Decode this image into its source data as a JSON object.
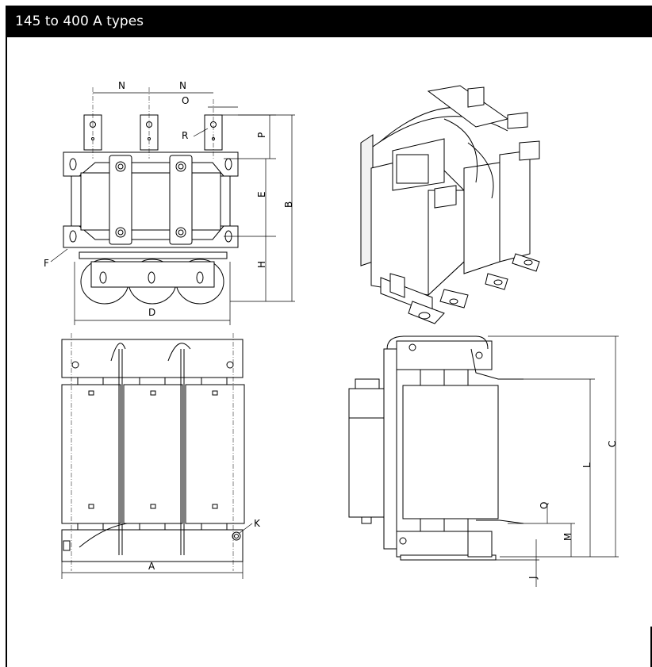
{
  "header": {
    "title": "145 to 400 A types"
  },
  "dimension_labels": {
    "n1": "N",
    "n2": "N",
    "o": "O",
    "r": "R",
    "p": "P",
    "e": "E",
    "b": "B",
    "f": "F",
    "h": "H",
    "d": "D",
    "k": "K",
    "a": "A",
    "c": "C",
    "l": "L",
    "q": "Q",
    "m": "M",
    "j": "J"
  },
  "colors": {
    "header_bg": "#000000",
    "header_text": "#ffffff",
    "line": "#000000"
  }
}
